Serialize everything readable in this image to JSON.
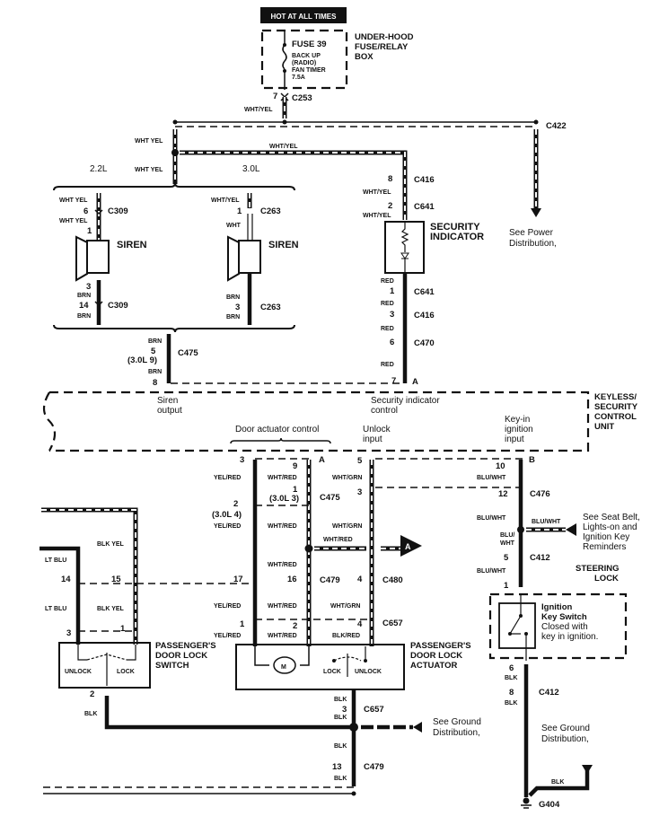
{
  "diagram": {
    "hot_label": "HOT AT ALL TIMES",
    "fuse_box": {
      "name_l1": "UNDER-HOOD",
      "name_l2": "FUSE/RELAY",
      "name_l3": "BOX",
      "fuse": "FUSE 39",
      "desc_l1": "BACK UP",
      "desc_l2": "(RADIO)",
      "desc_l3": "FAN TIMER",
      "rating": "7.5A"
    },
    "c253_top": {
      "pin": "7",
      "name": "C253",
      "wire": "WHT/YEL"
    },
    "c422": {
      "name": "C422",
      "note_l1": "See Power",
      "note_l2": "Distribution,"
    },
    "splice_wires": {
      "upper": "WHT YEL",
      "lower": "WHT YEL",
      "horizontal": "WHT/YEL"
    },
    "engine_variants": {
      "left": "2.2L",
      "right": "3.0L"
    },
    "siren_22": {
      "wire_top": "WHT YEL",
      "pin_top": "6",
      "conn_top": "C309",
      "wire_mid": "WHT YEL",
      "pin_mid": "1",
      "label": "SIREN",
      "pin_b1": "3",
      "wire_b1": "BRN",
      "pin_b2": "14",
      "conn_b": "C309",
      "wire_b2": "BRN"
    },
    "siren_30": {
      "wire_top": "WHT/YEL",
      "pin_top": "1",
      "conn_top": "C263",
      "wire_mid": "WHT",
      "label": "SIREN",
      "wire_b1": "BRN",
      "pin_b": "3",
      "conn_b": "C263",
      "wire_b2": "BRN"
    },
    "siren_out": {
      "wire1": "BRN",
      "pin": "5",
      "alt": "(3.0L 9)",
      "conn": "C475",
      "wire2": "BRN",
      "pin_ecu": "8"
    },
    "security_indicator": {
      "pin_c416": "8",
      "conn_c416": "C416",
      "wire1": "WHT/YEL",
      "pin_c641": "2",
      "conn_c641": "C641",
      "wire2": "WHT/YEL",
      "label_l1": "SECURITY",
      "label_l2": "INDICATOR",
      "red1": "RED",
      "pin_c641b": "1",
      "conn_c641b": "C641",
      "red2": "RED",
      "pin_c416b": "3",
      "conn_c416b": "C416",
      "red3": "RED",
      "pin_c470": "6",
      "conn_c470": "C470",
      "red4": "RED",
      "pin_ecu": "7",
      "ecu_conn": "A"
    },
    "control_unit": {
      "name_l1": "KEYLESS/",
      "name_l2": "SECURITY",
      "name_l3": "CONTROL",
      "name_l4": "UNIT",
      "siren_l1": "Siren",
      "siren_l2": "output",
      "sec_l1": "Security indicator",
      "sec_l2": "control",
      "door_act": "Door actuator control",
      "unlock_l1": "Unlock",
      "unlock_l2": "input",
      "key_l1": "Key-in",
      "key_l2": "ignition",
      "key_l3": "input"
    },
    "door_act": {
      "p3": "3",
      "yr1": "YEL/RED",
      "p2": "2",
      "alt4": "(3.0L 4)",
      "yr2": "YEL/RED",
      "p17": "17",
      "yr3": "YEL/RED",
      "p1": "1",
      "yr4": "YEL/RED",
      "p9": "9",
      "connA": "A",
      "wr1": "WHT/RED",
      "p1b": "1",
      "alt3": "(3.0L 3)",
      "c475": "C475",
      "wr2": "WHT/RED",
      "wr3": "WHT/RED",
      "p16": "16",
      "c479": "C479",
      "wr4": "WHT/RED",
      "p2b": "2",
      "wr5": "WHT/RED",
      "wr_branch": "WHT/RED",
      "arrowA": "A"
    },
    "unlock": {
      "p5": "5",
      "wg1": "WHT/GRN",
      "p3": "3",
      "wg2": "WHT/GRN",
      "p4": "4",
      "c480": "C480",
      "wg3": "WHT/GRN",
      "p4b": "4",
      "c657": "C657",
      "br": "BLK/RED"
    },
    "actuator": {
      "l1": "PASSENGER'S",
      "l2": "DOOR LOCK",
      "l3": "ACTUATOR",
      "motor": "M",
      "lock": "LOCK",
      "unlock": "UNLOCK",
      "blk1": "BLK",
      "pin3": "3",
      "c657": "C657",
      "blk2": "BLK",
      "gnd_l1": "See Ground",
      "gnd_l2": "Distribution,",
      "blk3": "BLK",
      "pin13": "13",
      "c479": "C479",
      "blk4": "BLK"
    },
    "switch": {
      "l1": "PASSENGER'S",
      "l2": "DOOR LOCK",
      "l3": "SWITCH",
      "unlock": "UNLOCK",
      "lock": "LOCK",
      "ltblu1": "LT BLU",
      "p14": "14",
      "ltblu2": "LT BLU",
      "p3": "3",
      "by1": "BLK YEL",
      "p15": "15",
      "by2": "BLK YEL",
      "p1": "1",
      "p2": "2",
      "blk": "BLK"
    },
    "key_in": {
      "p10": "10",
      "connB": "B",
      "bw1": "BLU/WHT",
      "p12": "12",
      "c476": "C476",
      "bw2": "BLU/WHT",
      "bw_branch": "BLU/WHT",
      "note_l1": "See Seat Belt,",
      "note_l2": "Lights-on and",
      "note_l3": "Ignition Key",
      "note_l4": "Reminders",
      "bw3a": "BLU/",
      "bw3b": "WHT",
      "p5": "5",
      "c412": "C412",
      "bw4": "BLU/WHT",
      "steer_l1": "STEERING",
      "steer_l2": "LOCK",
      "p1": "1",
      "sw_l1": "Ignition",
      "sw_l2": "Key Switch",
      "sw_l3": "Closed with",
      "sw_l4": "key in ignition.",
      "p6": "6",
      "blk1": "BLK",
      "p8": "8",
      "c412b": "C412",
      "blk2": "BLK",
      "gnd_l1": "See Ground",
      "gnd_l2": "Distribution,",
      "blk3": "BLK",
      "g404": "G404"
    }
  }
}
